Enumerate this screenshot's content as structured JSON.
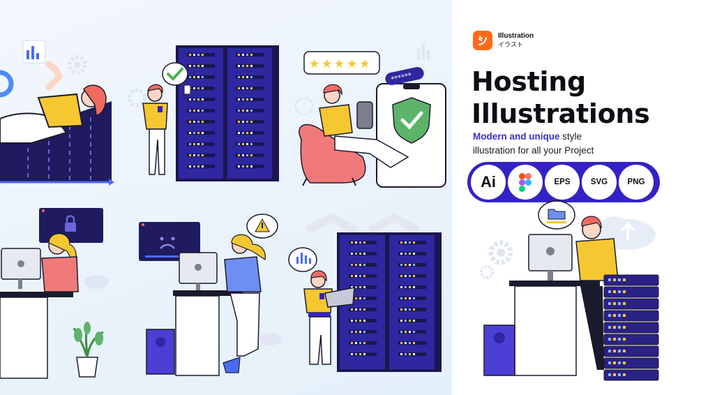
{
  "brand": {
    "name_en": "Illustration",
    "name_jp": "イラスト",
    "logo_color": "#ff6a1a"
  },
  "title": {
    "line1": "Hosting",
    "line2": "Illustrations"
  },
  "subtitle": {
    "accent_text": "Modern and unique",
    "rest_line1": " style",
    "line2": "illustration for all your Project",
    "accent_color": "#3b2fc9"
  },
  "formats": [
    {
      "label": "Ai",
      "icon": "adobe-illustrator-icon"
    },
    {
      "label": "",
      "icon": "figma-icon"
    },
    {
      "label": "EPS",
      "icon": ""
    },
    {
      "label": "SVG",
      "icon": ""
    },
    {
      "label": "PNG",
      "icon": ""
    }
  ],
  "colors": {
    "primary": "#3423c4",
    "server": "#2a2285",
    "yellow_shirt": "#f5c731",
    "hair": "#f06a5f",
    "shield": "#5db36a"
  },
  "scene_icons": [
    "bar-chart-bubble-icon",
    "checkmark-bubble-icon",
    "five-star-rating-icon",
    "password-bubble-icon",
    "security-shield-icon",
    "lock-screen-icon",
    "sad-face-screen-icon",
    "warning-bubble-icon",
    "folder-bubble-icon",
    "cloud-upload-icon",
    "gear-icon"
  ]
}
